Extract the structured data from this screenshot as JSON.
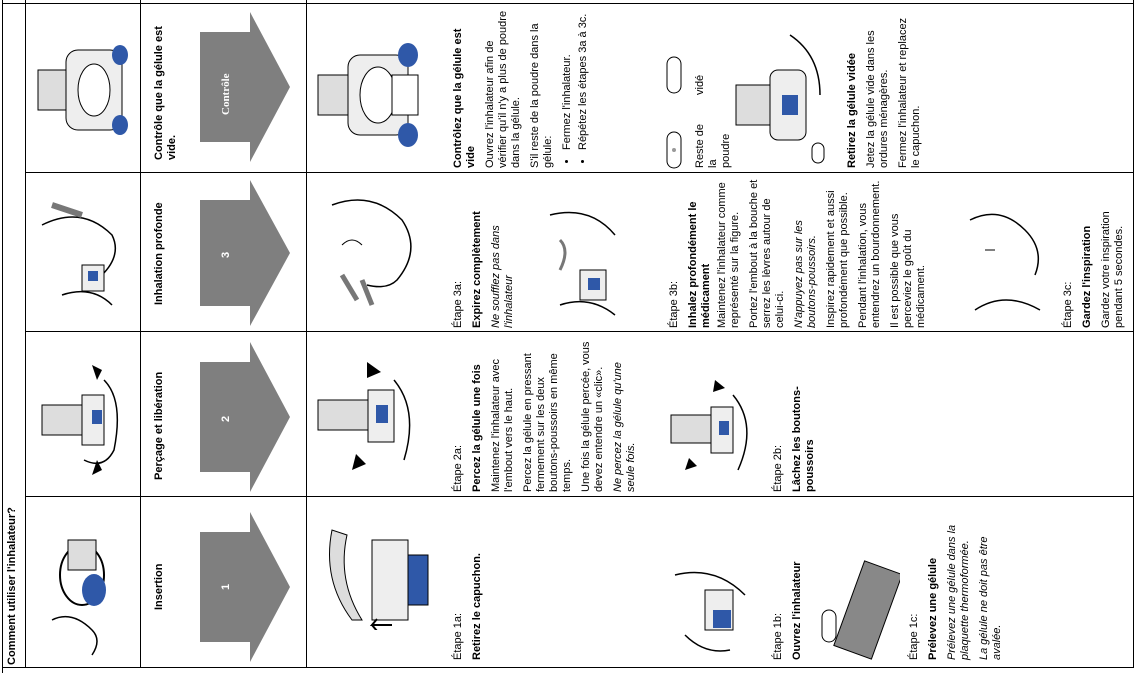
{
  "title": "Comment utiliser l'inhalateur?",
  "colors": {
    "arrow": "#7f7f7f",
    "accent": "#2f58a8",
    "border": "#000000"
  },
  "columns": [
    {
      "name": "Insertion",
      "arrow_label": "1"
    },
    {
      "name": "Perçage et libération",
      "arrow_label": "2"
    },
    {
      "name": "Inhalation profonde",
      "arrow_label": "3"
    },
    {
      "name": "Contrôle que la gélule est vide.",
      "arrow_label": "Contrôle"
    }
  ],
  "steps": {
    "s1a": {
      "label": "Étape 1a:",
      "heading": "Retirez le capuchon."
    },
    "s1b": {
      "label": "Étape 1b:",
      "heading": "Ouvrez l'inhalateur"
    },
    "s1c": {
      "label": "Étape 1c:",
      "heading": "Prélevez une gélule",
      "p1": "Prélevez une gélule dans la plaquette thermoformée.",
      "p2": "La gélule ne doit pas être avalée."
    },
    "s2a": {
      "label": "Étape 2a:",
      "heading": "Percez la gélule une fois",
      "p1": "Maintenez l'inhalateur avec l'embout vers le haut.",
      "p2": "Percez la gélule en pressant fermement sur les deux boutons-poussoirs en même temps.",
      "p3": "Une fois la gélule percée, vous devez entendre un «clic».",
      "p4": "Ne percez la gélule qu'une seule fois."
    },
    "s2b": {
      "label": "Étape 2b:",
      "heading": "Lâchez les boutons-poussoirs"
    },
    "s3a": {
      "label": "Étape 3a:",
      "heading": "Expirez complètement",
      "p1": "Ne soufflez pas dans l'inhalateur"
    },
    "s3b": {
      "label": "Étape 3b:",
      "heading": "Inhalez profondément le médicament",
      "p1": "Maintenez l'inhalateur comme représenté sur la figure.",
      "p2": "Portez l'embout à la bouche et serrez les lèvres autour de celui-ci.",
      "p3": "N'appuyez pas sur les boutons-poussoirs.",
      "p4": "Inspirez rapidement et aussi profondément que possible.",
      "p5": "Pendant l'inhalation, vous entendrez un bourdonnement.",
      "p6": "Il est possible que vous perceviez le goût du médicament."
    },
    "s3c": {
      "label": "Étape 3c:",
      "heading": "Gardez l'inspiration",
      "p1": "Gardez votre inspiration pendant 5 secondes."
    },
    "check": {
      "heading": "Contrôlez que la gélule est vide",
      "p1": "Ouvrez l'inhalateur afin de vérifier qu'il n'y a plus de poudre dans la gélule.",
      "p2": "S'il reste de la poudre dans la gélule:",
      "b1": "Fermez l'inhalateur.",
      "b2": "Répétez les étapes 3a à 3c.",
      "powder": "Reste de la poudre",
      "empty": "vidé"
    },
    "remove": {
      "heading": "Retirez la gélule vidée",
      "p1": "Jetez la gélule vide dans les ordures ménagères.",
      "p2": "Fermez l'inhalateur et replacez le capuchon."
    }
  }
}
